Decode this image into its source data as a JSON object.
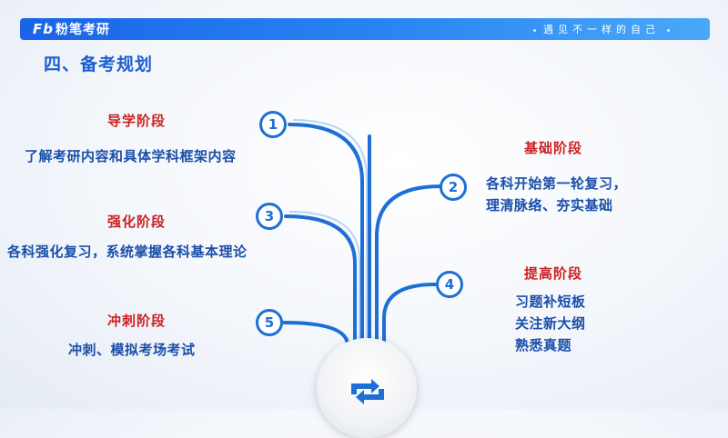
{
  "header": {
    "logo_mark": "Fb",
    "logo_text": "粉笔考研",
    "slogan": "遇见不一样的自己"
  },
  "section_title": "四、备考规划",
  "stages": [
    {
      "number": "1",
      "title": "导学阶段",
      "desc": [
        "了解考研内容和具体学科框架内容"
      ]
    },
    {
      "number": "2",
      "title": "基础阶段",
      "desc": [
        "各科开始第一轮复习，",
        "理清脉络、夯实基础"
      ]
    },
    {
      "number": "3",
      "title": "强化阶段",
      "desc": [
        "各科强化复习，系统掌握各科基本理论"
      ]
    },
    {
      "number": "4",
      "title": "提高阶段",
      "desc": [
        "习题补短板",
        "关注新大纲",
        "熟悉真题"
      ]
    },
    {
      "number": "5",
      "title": "冲刺阶段",
      "desc": [
        "冲刺、模拟考场考试"
      ]
    }
  ],
  "colors": {
    "accent": "#1d6fd6",
    "stage_title": "#cc1f1f",
    "stage_desc": "#1a4fa8",
    "header_start": "#1a63e8",
    "header_end": "#4aa8fa"
  },
  "hub_icon": "refresh-arrows-icon"
}
